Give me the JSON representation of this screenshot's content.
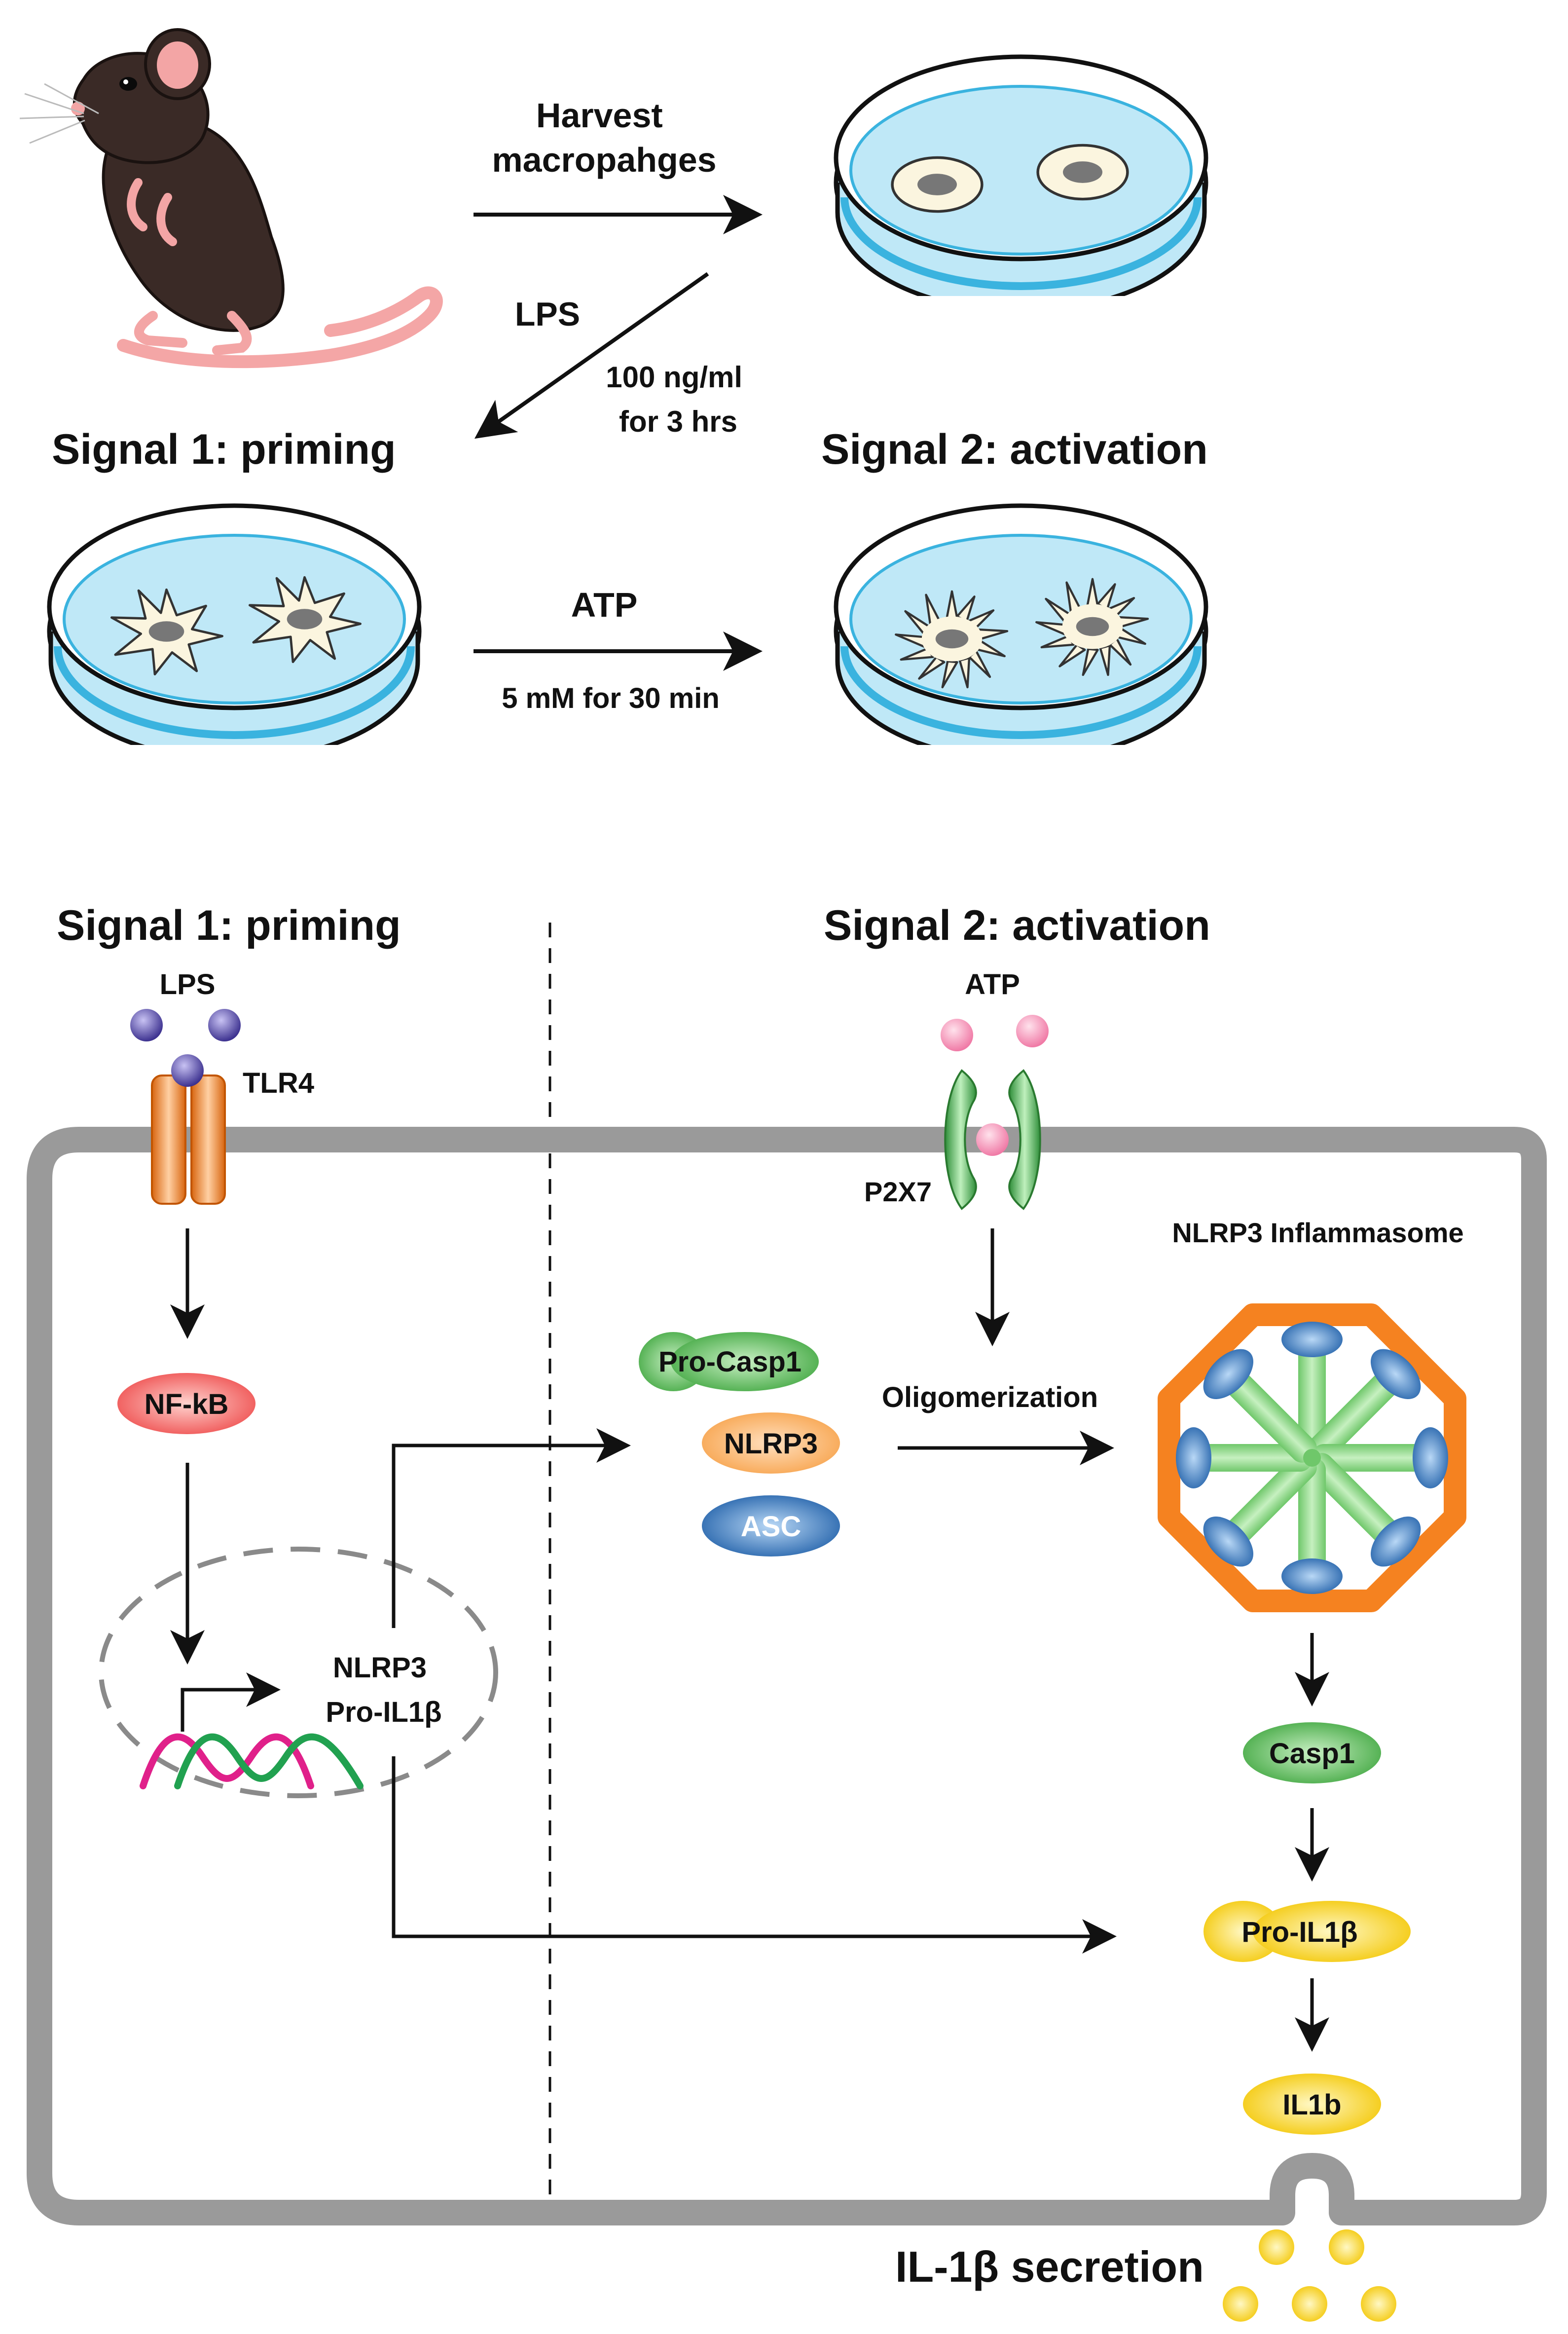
{
  "top": {
    "arrow_harvest_label": [
      "Harvest",
      "macropahges"
    ],
    "arrow_lps_label": "LPS",
    "arrow_lps_detail": [
      "100 ng/ml",
      "for 3 hrs"
    ],
    "signal1_title": "Signal 1: priming",
    "signal2_title": "Signal 2: activation",
    "arrow_atp_label": "ATP",
    "arrow_atp_detail": "5 mM for 30 min"
  },
  "bottom": {
    "signal1_title": "Signal 1: priming",
    "signal2_title": "Signal 2: activation",
    "lps_label": "LPS",
    "tlr4_label": "TLR4",
    "atp_label": "ATP",
    "p2x7_label": "P2X7",
    "nfkb_label": "NF-kB",
    "genes_label": [
      "NLRP3",
      "Pro-IL1β"
    ],
    "pro_casp1_label": "Pro-Casp1",
    "nlrp3_label": "NLRP3",
    "asc_label": "ASC",
    "oligomerization_label": "Oligomerization",
    "inflammasome_label": "NLRP3 Inflammasome",
    "casp1_label": "Casp1",
    "pro_il1b_label": "Pro-IL1β",
    "il1b_label": "IL1b",
    "secretion_label": "IL-1β secretion"
  },
  "colors": {
    "dish_medium": "#bfe8f7",
    "dish_edge": "#3ab3df",
    "cell_membrane": "#9a9a9a",
    "tlr4": "#f58220",
    "nfkb": "#ee4b4b",
    "casp1_green": "#43a843",
    "nlrp3_orange": "#f7a24a",
    "asc_blue": "#1f5fa8",
    "il1b_yellow": "#f3c600",
    "lps_purple": "#4b3f98",
    "atp_pink": "#f07aa6",
    "dna_magenta": "#e0208a",
    "dna_green": "#21a150"
  },
  "icons": [
    "mouse-icon",
    "petri-dish-icon",
    "macrophage-cell-icon",
    "activated-macrophage-icon",
    "dna-helix-icon",
    "inflammasome-ring-icon"
  ]
}
